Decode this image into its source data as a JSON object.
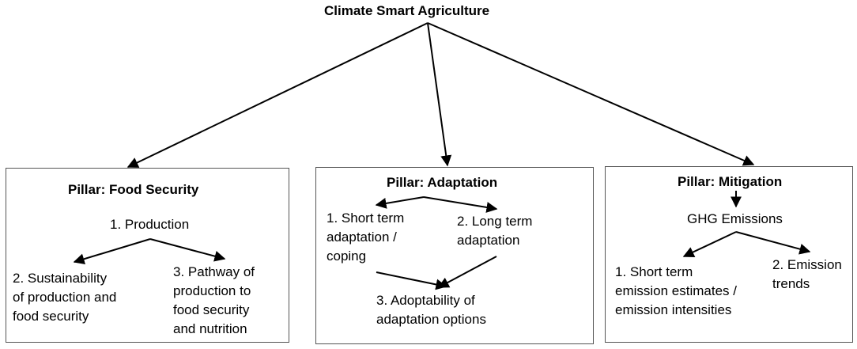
{
  "title": "Climate Smart Agriculture",
  "pillars": {
    "food_security": {
      "heading": "Pillar: Food Security",
      "top": "1. Production",
      "left": [
        "2. Sustainability",
        "of production and",
        "food security"
      ],
      "right": [
        "3. Pathway of",
        "production to",
        "food security",
        "and nutrition"
      ]
    },
    "adaptation": {
      "heading": "Pillar: Adaptation",
      "left": [
        "1. Short term",
        "adaptation /",
        "coping"
      ],
      "right": [
        "2. Long term",
        "adaptation"
      ],
      "bottom": [
        "3. Adoptability of",
        "adaptation options"
      ]
    },
    "mitigation": {
      "heading": "Pillar: Mitigation",
      "middle": "GHG Emissions",
      "left": [
        "1. Short term",
        "emission estimates /",
        "emission intensities"
      ],
      "right": [
        "2. Emission",
        "trends"
      ]
    }
  },
  "colors": {
    "line": "#000000",
    "box_border": "#555555"
  }
}
